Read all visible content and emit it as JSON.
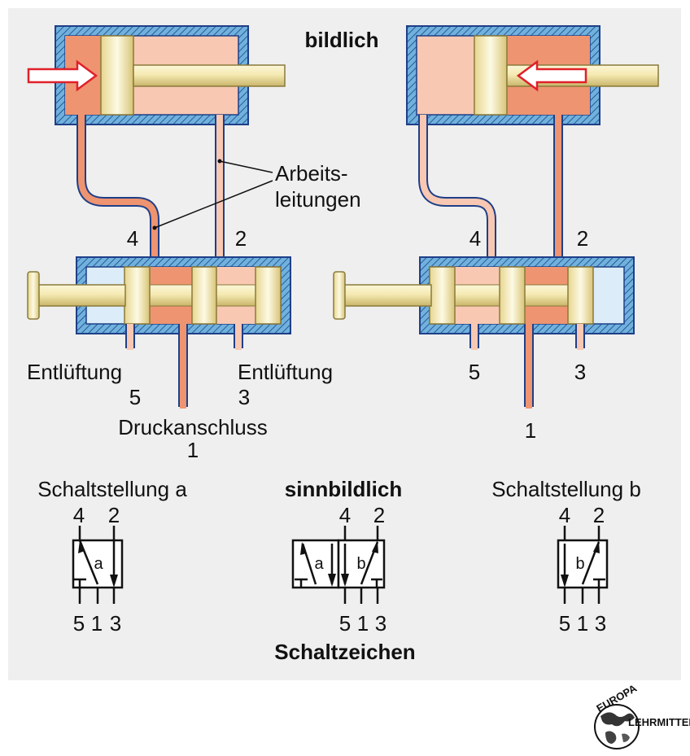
{
  "heading_pictorial": "bildlich",
  "heading_symbolic": "sinnbildlich",
  "caption_symbols": "Schaltzeichen",
  "working_lines": {
    "line1": "Arbeits-",
    "line2": "leitungen"
  },
  "left_valve": {
    "port_4": "4",
    "port_2": "2",
    "exhaust_left_label": "Entlüftung",
    "exhaust_left_num": "5",
    "exhaust_right_label": "Entlüftung",
    "exhaust_right_num": "3",
    "pressure_label": "Druckanschluss",
    "pressure_num": "1"
  },
  "right_valve": {
    "port_4": "4",
    "port_2": "2",
    "port_5": "5",
    "port_3": "3",
    "port_1": "1"
  },
  "symbols": {
    "position_a_title": "Schaltstellung a",
    "position_b_title": "Schaltstellung b",
    "letter_a": "a",
    "letter_b": "b",
    "top_4": "4",
    "top_2": "2",
    "bottom_5": "5",
    "bottom_1": "1",
    "bottom_3": "3"
  },
  "logo": {
    "top_text": "EUROPA",
    "side_text": "LEHRMITTEL"
  },
  "colors": {
    "background": "#efefef",
    "housing_hatch": "#6fb2dd",
    "housing_outline": "#1f3f88",
    "pressure_air": "#ee9470",
    "exhaust_air": "#f8c8b2",
    "vent_chamber": "#dcecf8",
    "piston": "#f1e6a0",
    "arrow_red": "#e0202a"
  }
}
